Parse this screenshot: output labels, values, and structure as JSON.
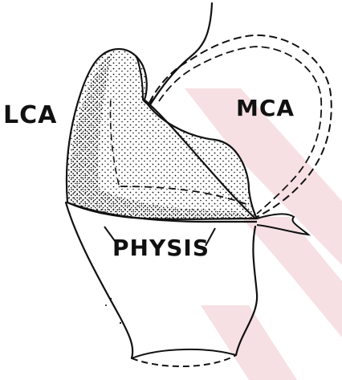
{
  "diagram": {
    "labels": {
      "lca": "LCA",
      "mca": "MCA",
      "physis": "PHYSIS"
    },
    "colors": {
      "ink": "#111111",
      "watermark": "#f3d4d8",
      "background": "#ffffff"
    }
  }
}
